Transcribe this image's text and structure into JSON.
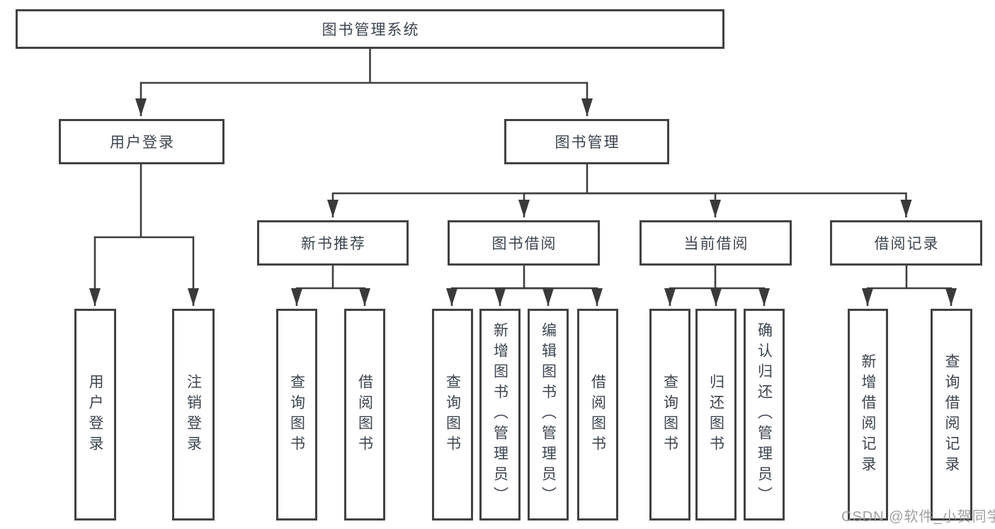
{
  "tree": {
    "root": "图书管理系统",
    "children": [
      {
        "label": "用户登录",
        "children": [
          "用户登录",
          "注销登录"
        ]
      },
      {
        "label": "图书管理",
        "children": [
          {
            "label": "新书推荐",
            "children": [
              "查询图书",
              "借阅图书"
            ]
          },
          {
            "label": "图书借阅",
            "children": [
              "查询图书",
              "新增图书（管理员）",
              "编辑图书（管理员）",
              "借阅图书"
            ]
          },
          {
            "label": "当前借阅",
            "children": [
              "查询图书",
              "归还图书",
              "确认归还（管理员）"
            ]
          },
          {
            "label": "借阅记录",
            "children": [
              "新增借阅记录",
              "查询借阅记录"
            ]
          }
        ]
      }
    ]
  },
  "watermark": {
    "text": "CSDN @软件_小贺同学"
  },
  "colors": {
    "line": "#3f3f3f",
    "box_border": "#424242",
    "text": "#3d4450",
    "watermark": "#989898",
    "background": "#ffffff"
  }
}
